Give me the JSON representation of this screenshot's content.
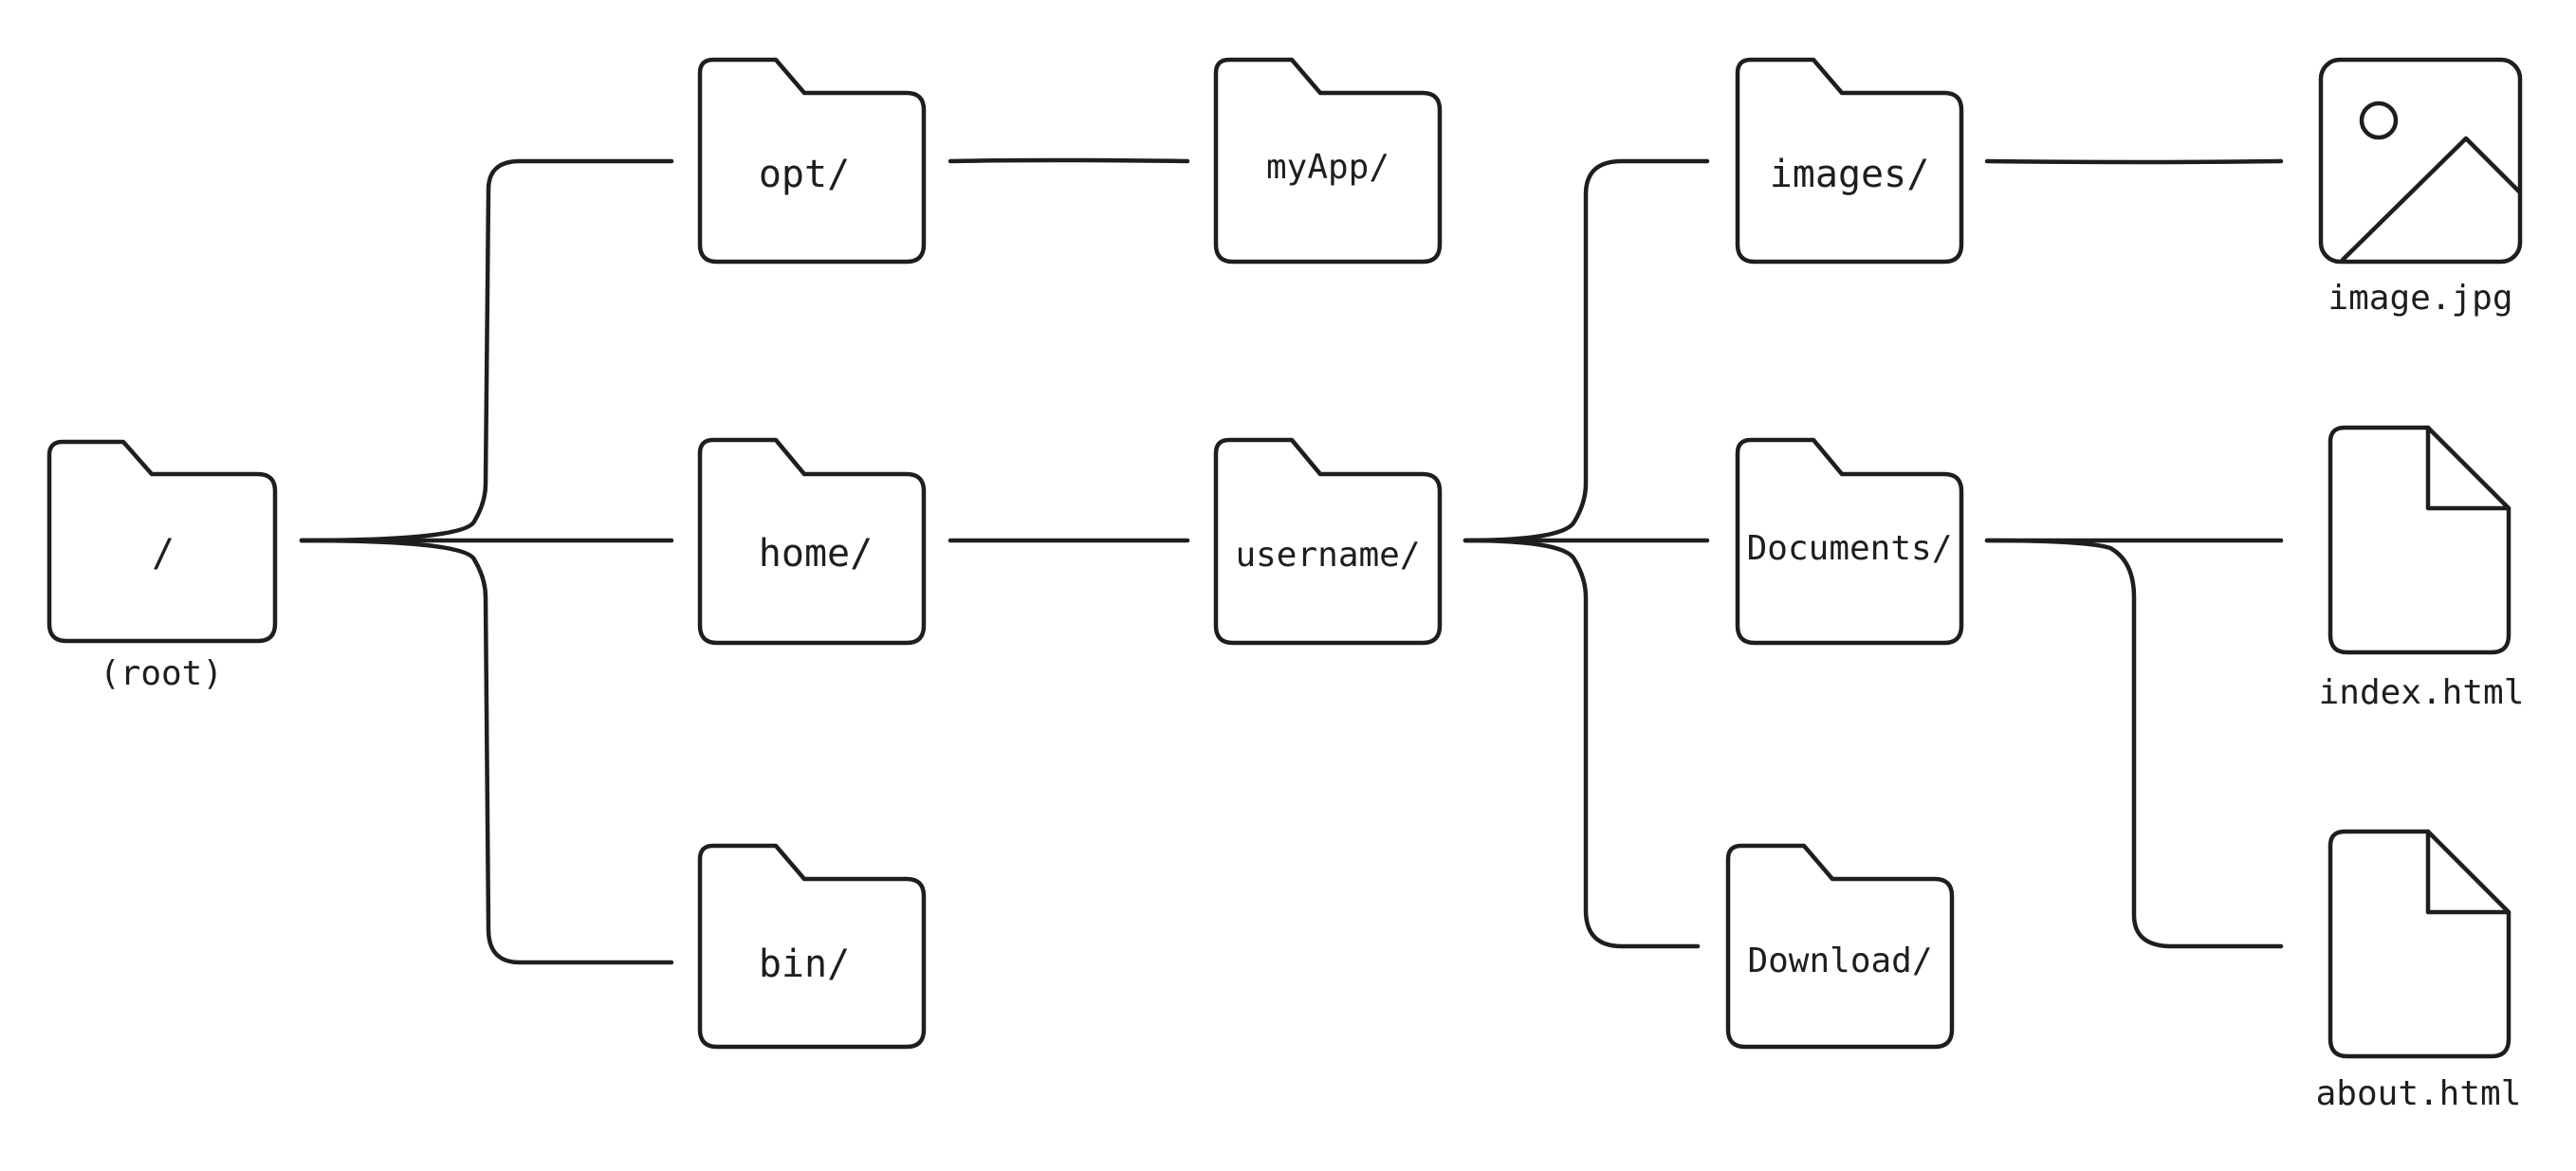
{
  "colors": {
    "stroke": "#1e1e1e",
    "background": "#ffffff"
  },
  "nodes": {
    "root": {
      "label": "/",
      "caption": "(root)",
      "icon": "folder-icon"
    },
    "opt": {
      "label": "opt/",
      "icon": "folder-icon"
    },
    "home": {
      "label": "home/",
      "icon": "folder-icon"
    },
    "bin": {
      "label": "bin/",
      "icon": "folder-icon"
    },
    "myapp": {
      "label": "myApp/",
      "icon": "folder-icon"
    },
    "username": {
      "label": "username/",
      "icon": "folder-icon"
    },
    "images": {
      "label": "images/",
      "icon": "folder-icon"
    },
    "documents": {
      "label": "Documents/",
      "icon": "folder-icon"
    },
    "download": {
      "label": "Download/",
      "icon": "folder-icon"
    },
    "image_jpg": {
      "caption": "image.jpg",
      "icon": "image-file-icon"
    },
    "index_html": {
      "caption": "index.html",
      "icon": "file-icon"
    },
    "about_html": {
      "caption": "about.html",
      "icon": "file-icon"
    }
  },
  "edges": [
    [
      "root",
      "opt"
    ],
    [
      "root",
      "home"
    ],
    [
      "root",
      "bin"
    ],
    [
      "opt",
      "myapp"
    ],
    [
      "home",
      "username"
    ],
    [
      "username",
      "images"
    ],
    [
      "username",
      "documents"
    ],
    [
      "username",
      "download"
    ],
    [
      "images",
      "image_jpg"
    ],
    [
      "documents",
      "index_html"
    ],
    [
      "documents",
      "about_html"
    ]
  ]
}
